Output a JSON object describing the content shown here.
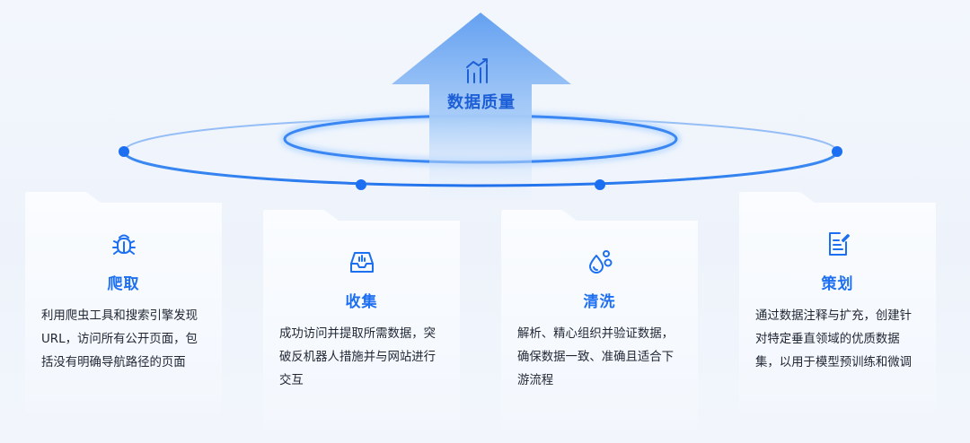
{
  "center": {
    "label": "数据质量",
    "icon": "chart-trend-icon"
  },
  "cards": [
    {
      "title": "爬取",
      "icon": "bug-icon",
      "desc": "利用爬虫工具和搜索引擎发现 URL，访问所有公开页面，包括没有明确导航路径的页面"
    },
    {
      "title": "收集",
      "icon": "inbox-chart-icon",
      "desc": "成功访问并提取所需数据，突破反机器人措施并与网站进行交互"
    },
    {
      "title": "清洗",
      "icon": "droplets-icon",
      "desc": "解析、精心组织并验证数据，确保数据一致、准确且适合下游流程"
    },
    {
      "title": "策划",
      "icon": "edit-note-icon",
      "desc": "通过数据注释与扩充，创建针对特定垂直领域的优质数据集，以用于模型预训练和微调"
    }
  ],
  "colors": {
    "accent": "#1d6ff2",
    "ring": "#2a7ef0",
    "arrow": "#7fb2f3",
    "text": "#1f2633"
  }
}
